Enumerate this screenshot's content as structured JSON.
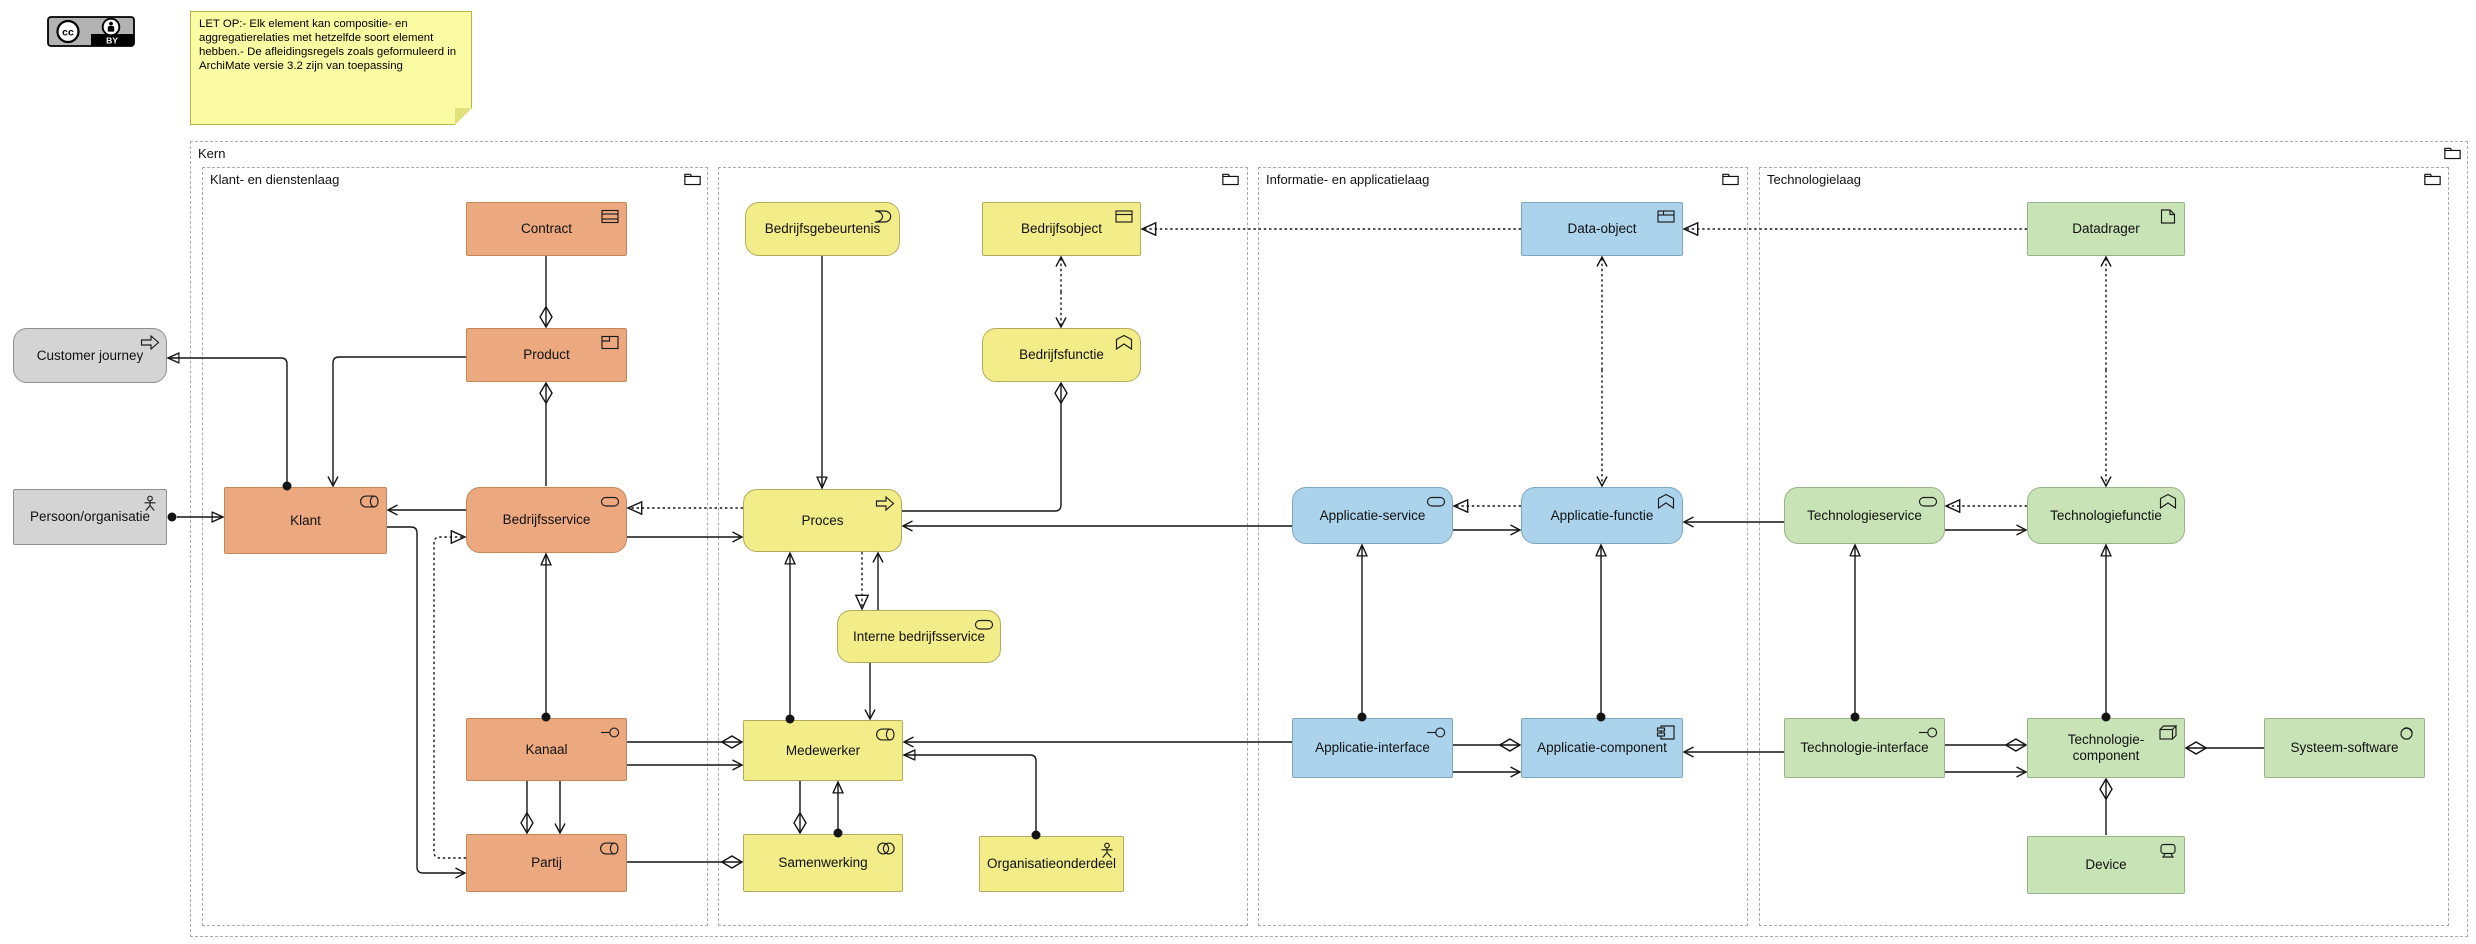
{
  "badge": {
    "label": "BY"
  },
  "note": {
    "text": "LET OP:- Elk element kan compositie- en aggregatierelaties met hetzelfde soort element hebben.- De afleidingsregels zoals geformuleerd in ArchiMate versie 3.2 zijn van toepassing"
  },
  "groups": {
    "kern": {
      "label": "Kern"
    },
    "klant_diensten": {
      "label": "Klant- en dienstenlaag"
    },
    "middle": {
      "label": ""
    },
    "informatie_applicatie": {
      "label": "Informatie- en applicatielaag"
    },
    "technologie": {
      "label": "Technologielaag"
    }
  },
  "nodes": {
    "customer_journey": {
      "label": "Customer journey",
      "icon": "process-icon",
      "color": "#D4D4D4"
    },
    "persoon_organisatie": {
      "label": "Persoon/organisatie",
      "icon": "actor-icon",
      "color": "#D4D4D4"
    },
    "klant": {
      "label": "Klant",
      "icon": "role-icon",
      "color": "#ECA980"
    },
    "contract": {
      "label": "Contract",
      "icon": "contract-icon",
      "color": "#ECA980"
    },
    "product": {
      "label": "Product",
      "icon": "product-icon",
      "color": "#ECA980"
    },
    "bedrijfsservice": {
      "label": "Bedrijfsservice",
      "icon": "service-icon",
      "color": "#ECA980"
    },
    "kanaal": {
      "label": "Kanaal",
      "icon": "interface-icon",
      "color": "#ECA980"
    },
    "partij": {
      "label": "Partij",
      "icon": "role-icon",
      "color": "#ECA980"
    },
    "bedrijfsgebeurtenis": {
      "label": "Bedrijfsgebeurtenis",
      "icon": "event-icon",
      "color": "#F2EC89"
    },
    "bedrijfsobject": {
      "label": "Bedrijfsobject",
      "icon": "business-object-icon",
      "color": "#F2EC89"
    },
    "bedrijfsfunctie": {
      "label": "Bedrijfsfunctie",
      "icon": "function-icon",
      "color": "#F2EC89"
    },
    "proces": {
      "label": "Proces",
      "icon": "process-icon",
      "color": "#F2EC89"
    },
    "interne_bedrijfsservice": {
      "label": "Interne bedrijfsservice",
      "icon": "service-icon",
      "color": "#F2EC89"
    },
    "medewerker": {
      "label": "Medewerker",
      "icon": "role-icon",
      "color": "#F2EC89"
    },
    "samenwerking": {
      "label": "Samenwerking",
      "icon": "collaboration-icon",
      "color": "#F2EC89"
    },
    "organisatieonderdeel": {
      "label": "Organisatieonderdeel",
      "icon": "actor-icon",
      "color": "#F2EC89"
    },
    "data_object": {
      "label": "Data-object",
      "icon": "data-object-icon",
      "color": "#ABD3EC"
    },
    "applicatie_service": {
      "label": "Applicatie-service",
      "icon": "service-icon",
      "color": "#ABD3EC"
    },
    "applicatie_functie": {
      "label": "Applicatie-functie",
      "icon": "function-icon",
      "color": "#ABD3EC"
    },
    "applicatie_interface": {
      "label": "Applicatie-interface",
      "icon": "interface-icon",
      "color": "#ABD3EC"
    },
    "applicatie_component": {
      "label": "Applicatie-component",
      "icon": "component-icon",
      "color": "#ABD3EC"
    },
    "datadrager": {
      "label": "Datadrager",
      "icon": "artifact-icon",
      "color": "#C8E4B7"
    },
    "technologieservice": {
      "label": "Technologieservice",
      "icon": "service-icon",
      "color": "#C8E4B7"
    },
    "technologiefunctie": {
      "label": "Technologiefunctie",
      "icon": "function-icon",
      "color": "#C8E4B7"
    },
    "technologie_interface": {
      "label": "Technologie-interface",
      "icon": "interface-icon",
      "color": "#C8E4B7"
    },
    "technologie_component": {
      "label": "Technologie-component",
      "icon": "node-icon",
      "color": "#C8E4B7"
    },
    "systeem_software": {
      "label": "Systeem-software",
      "icon": "system-software-icon",
      "color": "#C8E4B7"
    },
    "device": {
      "label": "Device",
      "icon": "device-icon",
      "color": "#C8E4B7"
    }
  },
  "relations": [
    {
      "from": "Persoon/organisatie",
      "to": "Klant",
      "type": "assignment"
    },
    {
      "from": "Klant",
      "to": "Customer journey",
      "type": "assignment"
    },
    {
      "from": "Product",
      "to": "Klant",
      "type": "serving"
    },
    {
      "from": "Product",
      "to": "Contract",
      "type": "aggregation"
    },
    {
      "from": "Product",
      "to": "Bedrijfsservice",
      "type": "aggregation"
    },
    {
      "from": "Bedrijfsservice",
      "to": "Klant",
      "type": "serving"
    },
    {
      "from": "Kanaal",
      "to": "Bedrijfsservice",
      "type": "assignment"
    },
    {
      "from": "Klant",
      "to": "Partij",
      "type": "serving"
    },
    {
      "from": "Partij",
      "to": "Bedrijfsservice",
      "type": "realization"
    },
    {
      "from": "Bedrijfsservice",
      "to": "Proces",
      "type": "serving"
    },
    {
      "from": "Proces",
      "to": "Bedrijfsservice",
      "type": "realization"
    },
    {
      "from": "Bedrijfsgebeurtenis",
      "to": "Proces",
      "type": "triggering"
    },
    {
      "from": "Bedrijfsfunctie",
      "to": "Bedrijfsobject",
      "type": "access",
      "bidirectional": true
    },
    {
      "from": "Bedrijfsfunctie",
      "to": "Proces",
      "type": "aggregation"
    },
    {
      "from": "Applicatie-service",
      "to": "Proces",
      "type": "serving"
    },
    {
      "from": "Medewerker",
      "to": "Proces",
      "type": "assignment"
    },
    {
      "from": "Proces",
      "to": "Interne bedrijfsservice",
      "type": "realization"
    },
    {
      "from": "Interne bedrijfsservice",
      "to": "Proces",
      "type": "serving"
    },
    {
      "from": "Interne bedrijfsservice",
      "to": "Medewerker",
      "type": "serving"
    },
    {
      "from": "Medewerker",
      "to": "Kanaal",
      "type": "aggregation"
    },
    {
      "from": "Kanaal",
      "to": "Medewerker",
      "type": "serving"
    },
    {
      "from": "Partij",
      "to": "Kanaal",
      "type": "aggregation"
    },
    {
      "from": "Kanaal",
      "to": "Partij",
      "type": "serving"
    },
    {
      "from": "Samenwerking",
      "to": "Partij",
      "type": "aggregation"
    },
    {
      "from": "Samenwerking",
      "to": "Medewerker",
      "type": "aggregation"
    },
    {
      "from": "Samenwerking",
      "to": "Medewerker",
      "type": "assignment"
    },
    {
      "from": "Organisatieonderdeel",
      "to": "Medewerker",
      "type": "assignment"
    },
    {
      "from": "Applicatie-interface",
      "to": "Medewerker",
      "type": "serving"
    },
    {
      "from": "Data-object",
      "to": "Bedrijfsobject",
      "type": "realization"
    },
    {
      "from": "Datadrager",
      "to": "Data-object",
      "type": "realization"
    },
    {
      "from": "Applicatie-functie",
      "to": "Data-object",
      "type": "access",
      "bidirectional": true
    },
    {
      "from": "Applicatie-functie",
      "to": "Applicatie-service",
      "type": "realization"
    },
    {
      "from": "Applicatie-service",
      "to": "Applicatie-functie",
      "type": "serving"
    },
    {
      "from": "Technologieservice",
      "to": "Applicatie-functie",
      "type": "serving"
    },
    {
      "from": "Applicatie-interface",
      "to": "Applicatie-service",
      "type": "assignment"
    },
    {
      "from": "Applicatie-component",
      "to": "Applicatie-functie",
      "type": "assignment"
    },
    {
      "from": "Applicatie-component",
      "to": "Applicatie-interface",
      "type": "composition"
    },
    {
      "from": "Applicatie-interface",
      "to": "Applicatie-component",
      "type": "serving"
    },
    {
      "from": "Technologie-interface",
      "to": "Applicatie-component",
      "type": "serving"
    },
    {
      "from": "Technologiefunctie",
      "to": "Technologieservice",
      "type": "realization"
    },
    {
      "from": "Technologieservice",
      "to": "Technologiefunctie",
      "type": "serving"
    },
    {
      "from": "Technologiefunctie",
      "to": "Datadrager",
      "type": "access",
      "bidirectional": true
    },
    {
      "from": "Technologie-interface",
      "to": "Technologieservice",
      "type": "assignment"
    },
    {
      "from": "Technologie-component",
      "to": "Technologiefunctie",
      "type": "assignment"
    },
    {
      "from": "Technologie-component",
      "to": "Technologie-interface",
      "type": "composition"
    },
    {
      "from": "Technologie-interface",
      "to": "Technologie-component",
      "type": "serving"
    },
    {
      "from": "Technologie-component",
      "to": "Systeem-software",
      "type": "aggregation"
    },
    {
      "from": "Technologie-component",
      "to": "Device",
      "type": "aggregation"
    }
  ],
  "colors": {
    "customer_layer": "#ECA980",
    "business_layer": "#F2EC89",
    "application_layer": "#ABD3EC",
    "technology_layer": "#C8E4B7",
    "external": "#D4D4D4",
    "note": "#FBFBA4",
    "line": "#141414"
  }
}
